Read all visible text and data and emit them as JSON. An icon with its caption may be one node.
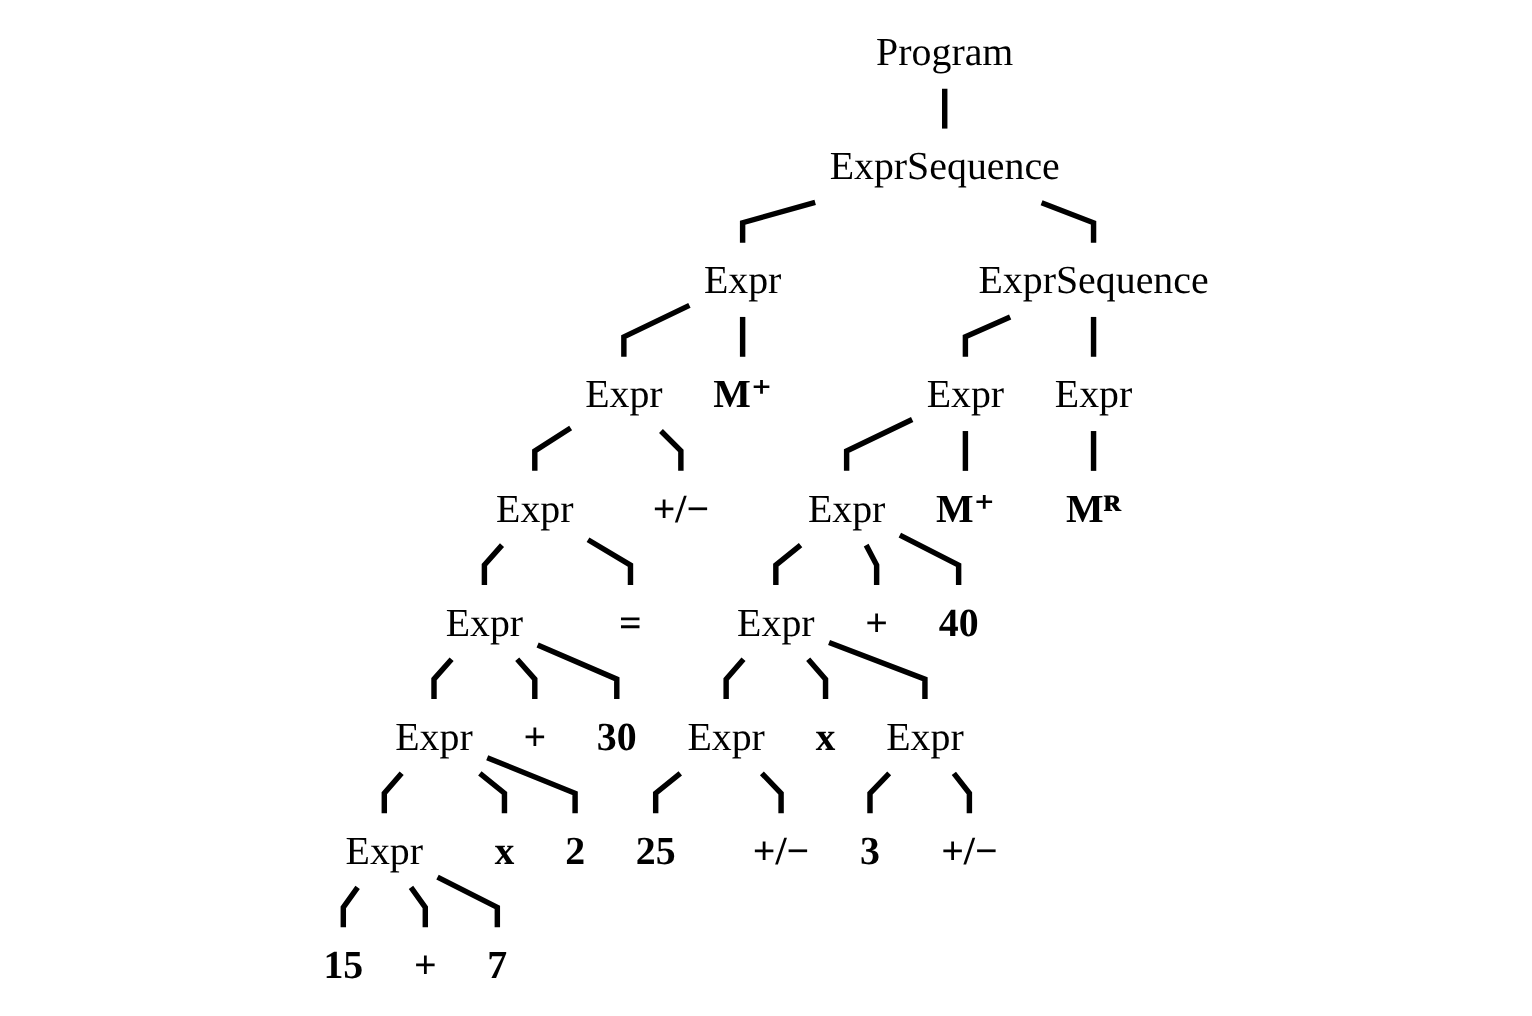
{
  "diagram": {
    "nodes": [
      {
        "text": [
          "Program"
        ]
      },
      {
        "text": [
          "ExprSequence"
        ]
      },
      {
        "text": [
          "Expr"
        ]
      },
      {
        "text": [
          "ExprSequence"
        ]
      },
      {
        "text": [
          "Expr"
        ]
      },
      {
        "text": [
          "M⁺"
        ]
      },
      {
        "text": [
          "Expr"
        ]
      },
      {
        "text": [
          "Expr"
        ]
      },
      {
        "text": [
          "Expr"
        ]
      },
      {
        "text": [
          "+/−"
        ]
      },
      {
        "text": [
          "Expr"
        ]
      },
      {
        "text": [
          "M⁺"
        ]
      },
      {
        "text": [
          "Mᴿ"
        ]
      },
      {
        "text": [
          "Expr"
        ]
      },
      {
        "text": [
          "="
        ]
      },
      {
        "text": [
          "Expr"
        ]
      },
      {
        "text": [
          "+"
        ]
      },
      {
        "text": [
          "40"
        ]
      },
      {
        "text": [
          "Expr"
        ]
      },
      {
        "text": [
          "+"
        ]
      },
      {
        "text": [
          "30"
        ]
      },
      {
        "text": [
          "Expr"
        ]
      },
      {
        "text": [
          "x"
        ]
      },
      {
        "text": [
          "Expr"
        ]
      },
      {
        "text": [
          "Expr"
        ]
      },
      {
        "text": [
          "x"
        ]
      },
      {
        "text": [
          "2"
        ]
      },
      {
        "text": [
          "25"
        ]
      },
      {
        "text": [
          "+/−"
        ]
      },
      {
        "text": [
          "3"
        ]
      },
      {
        "text": [
          "+/−"
        ]
      },
      {
        "text": [
          "15"
        ]
      },
      {
        "text": [
          "+"
        ]
      },
      {
        "text": [
          "7"
        ]
      }
    ],
    "edges": [
      {
        "from": 0,
        "to": 1,
        "arrow": "none"
      },
      {
        "from": 1,
        "to": 2,
        "arrow": "none"
      },
      {
        "from": 1,
        "to": 3,
        "arrow": "none"
      },
      {
        "from": 2,
        "to": 4,
        "arrow": "none"
      },
      {
        "from": 2,
        "to": 5,
        "arrow": "none"
      },
      {
        "from": 3,
        "to": 6,
        "arrow": "none"
      },
      {
        "from": 3,
        "to": 7,
        "arrow": "none"
      },
      {
        "from": 4,
        "to": 8,
        "arrow": "none"
      },
      {
        "from": 4,
        "to": 9,
        "arrow": "none"
      },
      {
        "from": 6,
        "to": 10,
        "arrow": "none"
      },
      {
        "from": 6,
        "to": 11,
        "arrow": "none"
      },
      {
        "from": 7,
        "to": 12,
        "arrow": "none"
      },
      {
        "from": 8,
        "to": 13,
        "arrow": "none"
      },
      {
        "from": 8,
        "to": 14,
        "arrow": "none"
      },
      {
        "from": 10,
        "to": 15,
        "arrow": "none"
      },
      {
        "from": 10,
        "to": 16,
        "arrow": "none"
      },
      {
        "from": 10,
        "to": 17,
        "arrow": "none"
      },
      {
        "from": 13,
        "to": 18,
        "arrow": "none"
      },
      {
        "from": 13,
        "to": 19,
        "arrow": "none"
      },
      {
        "from": 13,
        "to": 20,
        "arrow": "none"
      },
      {
        "from": 15,
        "to": 21,
        "arrow": "none"
      },
      {
        "from": 15,
        "to": 22,
        "arrow": "none"
      },
      {
        "from": 15,
        "to": 23,
        "arrow": "none"
      },
      {
        "from": 18,
        "to": 24,
        "arrow": "none"
      },
      {
        "from": 18,
        "to": 25,
        "arrow": "none"
      },
      {
        "from": 18,
        "to": 26,
        "arrow": "none"
      },
      {
        "from": 21,
        "to": 27,
        "arrow": "none"
      },
      {
        "from": 21,
        "to": 28,
        "arrow": "none"
      },
      {
        "from": 23,
        "to": 29,
        "arrow": "none"
      },
      {
        "from": 23,
        "to": 30,
        "arrow": "none"
      },
      {
        "from": 24,
        "to": 31,
        "arrow": "none"
      },
      {
        "from": 24,
        "to": 32,
        "arrow": "none"
      },
      {
        "from": 24,
        "to": 33,
        "arrow": "none"
      }
    ]
  }
}
